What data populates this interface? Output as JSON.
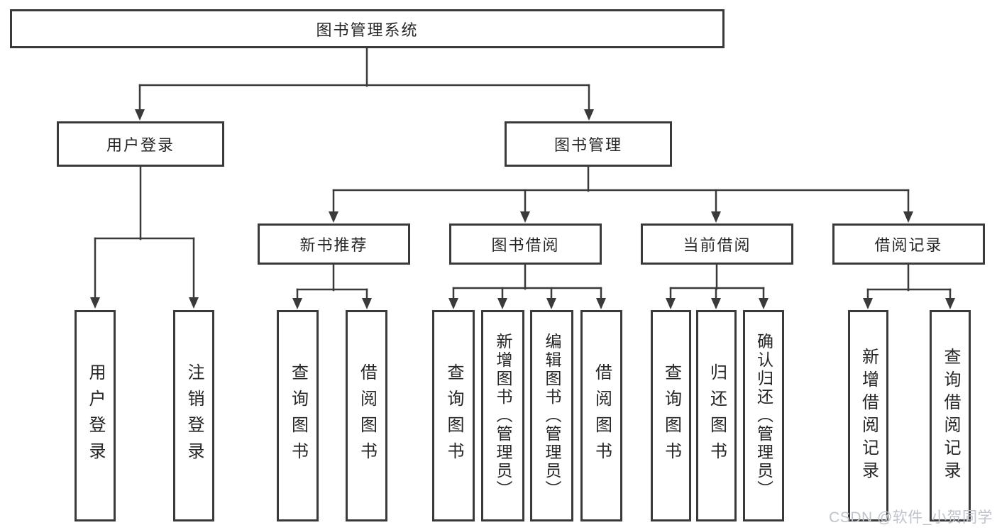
{
  "diagram": {
    "root": {
      "label": "图书管理系统"
    },
    "children": [
      {
        "label": "用户登录",
        "children": [
          {
            "label": "用户登录"
          },
          {
            "label": "注销登录"
          }
        ]
      },
      {
        "label": "图书管理",
        "children": [
          {
            "label": "新书推荐",
            "children": [
              {
                "label": "查询图书"
              },
              {
                "label": "借阅图书"
              }
            ]
          },
          {
            "label": "图书借阅",
            "children": [
              {
                "label": "查询图书"
              },
              {
                "label": "新增图书（管理员）"
              },
              {
                "label": "编辑图书（管理员）"
              },
              {
                "label": "借阅图书"
              }
            ]
          },
          {
            "label": "当前借阅",
            "children": [
              {
                "label": "查询图书"
              },
              {
                "label": "归还图书"
              },
              {
                "label": "确认归还（管理员）"
              }
            ]
          },
          {
            "label": "借阅记录",
            "children": [
              {
                "label": "新增借阅记录"
              },
              {
                "label": "查询借阅记录"
              }
            ]
          }
        ]
      }
    ]
  },
  "watermark": {
    "text": "CSDN @软件_小贺同学"
  },
  "colors": {
    "line": "#3a3a3a",
    "text": "#262626",
    "watermark": "#bfc3cc",
    "background": "#ffffff"
  }
}
